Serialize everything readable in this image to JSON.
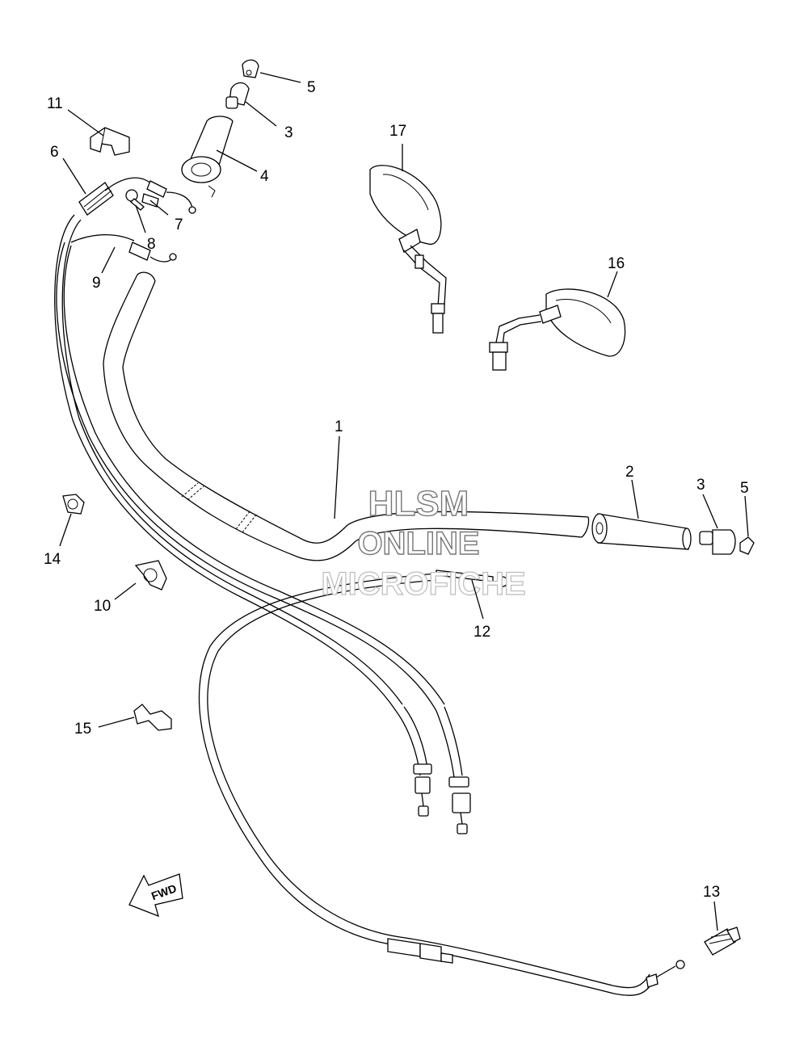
{
  "callouts": {
    "c1": "1",
    "c2": "2",
    "c3a": "3",
    "c3b": "3",
    "c4": "4",
    "c5a": "5",
    "c5b": "5",
    "c6": "6",
    "c7": "7",
    "c8": "8",
    "c9": "9",
    "c10": "10",
    "c11": "11",
    "c12": "12",
    "c13": "13",
    "c14": "14",
    "c15": "15",
    "c16": "16",
    "c17": "17"
  },
  "watermark": {
    "line1": "HLSM",
    "line2": "ONLINE",
    "line3": "MICROFICHE"
  },
  "fwd_label": "FWD"
}
